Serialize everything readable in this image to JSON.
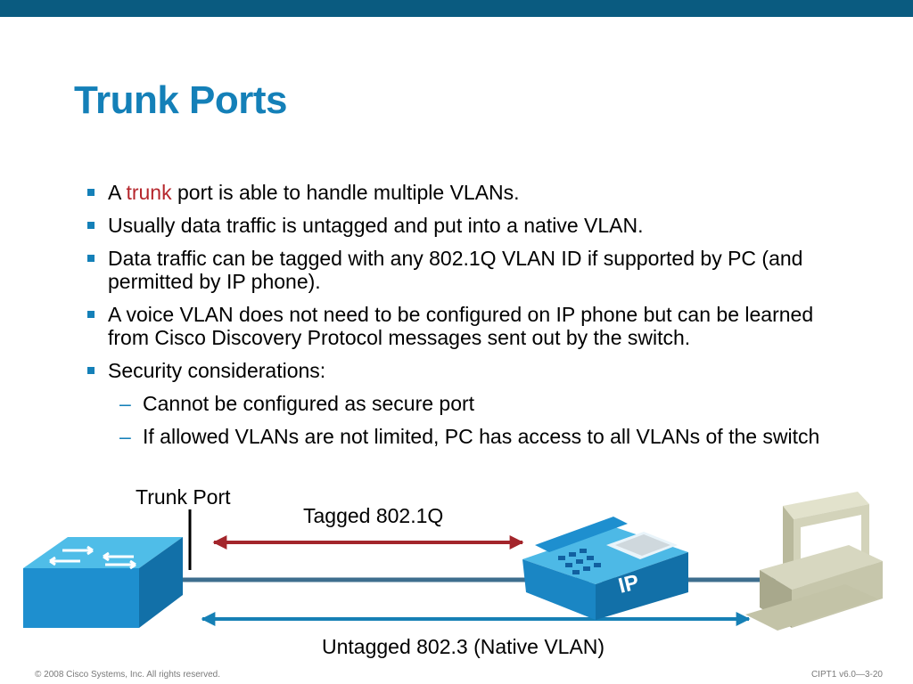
{
  "slide": {
    "title": "Trunk Ports",
    "bullets": [
      {
        "before": "A ",
        "highlight": "trunk",
        "after": " port is able to handle multiple VLANs."
      },
      {
        "text": "Usually data traffic is untagged and put into a native VLAN."
      },
      {
        "text": "Data traffic can be tagged with any 802.1Q VLAN ID if supported by PC (and permitted by IP phone)."
      },
      {
        "text": "A voice VLAN does not need to be configured on IP phone but can be learned from Cisco Discovery Protocol messages sent out by the switch."
      },
      {
        "text": "Security considerations:"
      }
    ],
    "sub_bullets": [
      {
        "text": "Cannot be configured as secure port"
      },
      {
        "text": "If allowed VLANs are not limited, PC has access to all VLANs of the switch"
      }
    ],
    "colors": {
      "header_bar": "#0a5b80",
      "title": "#1480b8",
      "highlight": "#b5262c",
      "tagged_arrow": "#a3252b",
      "untagged_arrow": "#1680b5"
    }
  },
  "diagram": {
    "trunk_port_label": "Trunk Port",
    "tagged_label": "Tagged 802.1Q",
    "untagged_label": "Untagged 802.3 (Native VLAN)",
    "phone_badge": "IP",
    "devices": [
      "switch-icon",
      "ip-phone-icon",
      "pc-icon"
    ]
  },
  "footer": {
    "copyright": "© 2008 Cisco Systems, Inc. All rights reserved.",
    "course": "CIPT1 v6.0—3-20"
  }
}
